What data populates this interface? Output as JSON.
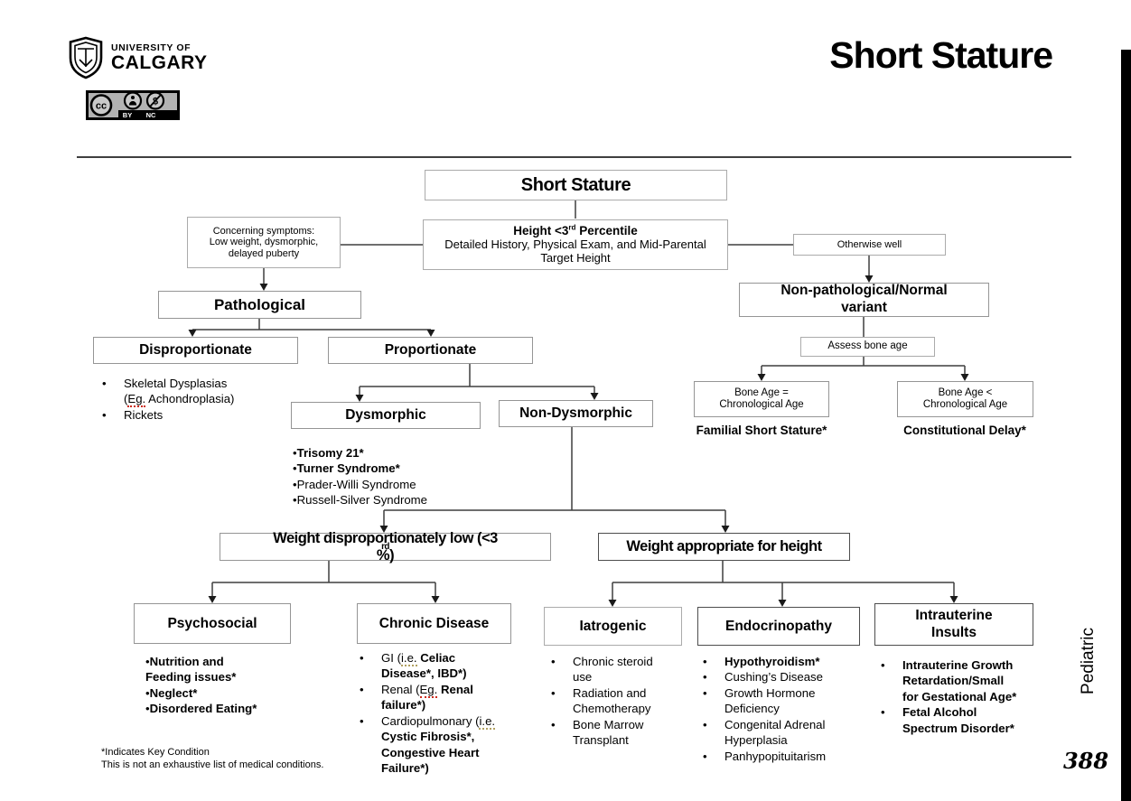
{
  "header": {
    "university_line1": "UNIVERSITY OF",
    "university_line2": "CALGARY",
    "title": "Short Stature",
    "license": {
      "cc": "cc",
      "by": "BY",
      "nc": "NC"
    }
  },
  "colors": {
    "box_border": "#959595",
    "box_border_dark": "#4d4d4d",
    "connector_line": "#3f3f3f",
    "spellcheck_red": "#cc2a1d",
    "spellcheck_tan": "#b0a060",
    "edge_bar": "#000000"
  },
  "lists_marker": "•",
  "flow": {
    "root": "Short Stature",
    "height_l1": [
      {
        "t": "Height <3",
        "b": 1
      },
      {
        "t": "rd",
        "b": 1,
        "sup": 1
      },
      {
        "t": " Percentile",
        "b": 1
      }
    ],
    "height_l2": "Detailed History, Physical Exam, and Mid-Parental Target Height",
    "concerning": "Concerning symptoms:\nLow weight, dysmorphic,\ndelayed puberty",
    "otherwise": "Otherwise well",
    "pathological": "Pathological",
    "non_pathological": "Non-pathological/Normal\nvariant",
    "assess": "Assess bone age",
    "disproportionate": "Disproportionate",
    "proportionate": "Proportionate",
    "dysmorphic": "Dysmorphic",
    "non_dysmorphic": "Non-Dysmorphic",
    "bone_age_equal": "Bone Age =\nChronological Age",
    "bone_age_less": "Bone Age <\nChronological Age",
    "familial": "Familial Short Stature*",
    "constitutional": "Constitutional Delay*",
    "weight_low": [
      {
        "t": "Weight disproportionately low (<3",
        "b": 1
      },
      {
        "t": "rd",
        "b": 1,
        "sup": 1
      },
      {
        "t": " %)",
        "b": 1
      }
    ],
    "weight_appropriate": "Weight appropriate for height",
    "psychosocial": "Psychosocial",
    "chronic_disease": "Chronic Disease",
    "iatrogenic": "Iatrogenic",
    "endocrinopathy": "Endocrinopathy",
    "intrauterine": "Intrauterine\nInsults",
    "lists": {
      "dispro": [
        [
          {
            "t": "Skeletal Dysplasias\n("
          },
          {
            "t": "Eg.",
            "ur": 1
          },
          {
            "t": " Achondroplasia)"
          }
        ],
        [
          {
            "t": "Rickets"
          }
        ]
      ],
      "dys": [
        [
          {
            "t": "Trisomy 21*",
            "b": 1
          }
        ],
        [
          {
            "t": "Turner Syndrome*",
            "b": 1
          }
        ],
        [
          {
            "t": "Prader-Willi Syndrome"
          }
        ],
        [
          {
            "t": "Russell-Silver Syndrome"
          }
        ]
      ],
      "psych": [
        [
          {
            "t": "Nutrition and\nFeeding issues*",
            "b": 1
          }
        ],
        [
          {
            "t": "Neglect*",
            "b": 1
          }
        ],
        [
          {
            "t": "Disordered Eating*",
            "b": 1
          }
        ]
      ],
      "chronic": [
        [
          {
            "t": "GI ("
          },
          {
            "t": "i.e.",
            "u": 1
          },
          {
            "t": " "
          },
          {
            "t": "Celiac\nDisease*, IBD*)",
            "b": 1
          }
        ],
        [
          {
            "t": "Renal ("
          },
          {
            "t": "Eg.",
            "ur": 1
          },
          {
            "t": " "
          },
          {
            "t": "Renal\nfailure*)",
            "b": 1
          }
        ],
        [
          {
            "t": "Cardiopulmonary ("
          },
          {
            "t": "i.e.",
            "u": 1
          },
          {
            "t": "\n"
          },
          {
            "t": "Cystic Fibrosis*,\nCongestive Heart\nFailure*)",
            "b": 1
          }
        ]
      ],
      "iatro": [
        [
          {
            "t": "Chronic steroid\nuse"
          }
        ],
        [
          {
            "t": "Radiation and\nChemotherapy"
          }
        ],
        [
          {
            "t": "Bone Marrow\nTransplant"
          }
        ]
      ],
      "endo": [
        [
          {
            "t": "Hypothyroidism*",
            "b": 1
          }
        ],
        [
          {
            "t": "Cushing’s Disease"
          }
        ],
        [
          {
            "t": "Growth Hormone\nDeficiency"
          }
        ],
        [
          {
            "t": "Congenital Adrenal\nHyperplasia"
          }
        ],
        [
          {
            "t": "Panhypopituitarism"
          }
        ]
      ],
      "intra": [
        [
          {
            "t": "Intrauterine Growth\nRetardation/Small\nfor Gestational Age*",
            "b": 1
          }
        ],
        [
          {
            "t": "Fetal Alcohol\nSpectrum Disorder*",
            "b": 1
          }
        ]
      ]
    }
  },
  "footnote": {
    "line1": "*Indicates Key Condition",
    "line2": "This is not an exhaustive list of medical conditions."
  },
  "margin": {
    "vertical_label": "Pediatric",
    "page_number": "388"
  }
}
